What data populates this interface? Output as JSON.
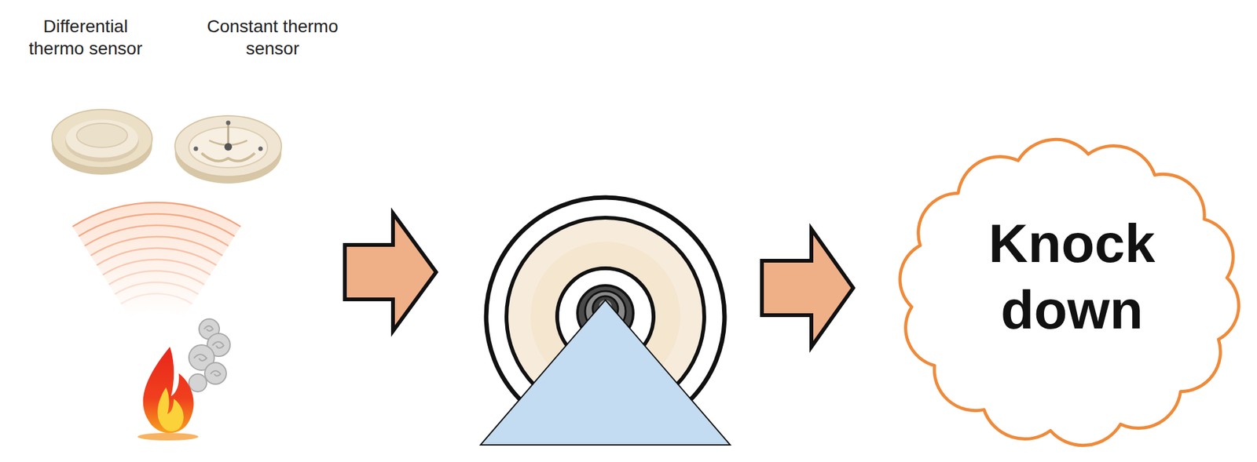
{
  "diagram": {
    "nodes": [
      {
        "text": [
          "Differential thermo sensor"
        ]
      },
      {
        "text": [
          "Constant thermo sensor"
        ]
      },
      {
        "text": [
          "Knock down"
        ]
      }
    ]
  }
}
